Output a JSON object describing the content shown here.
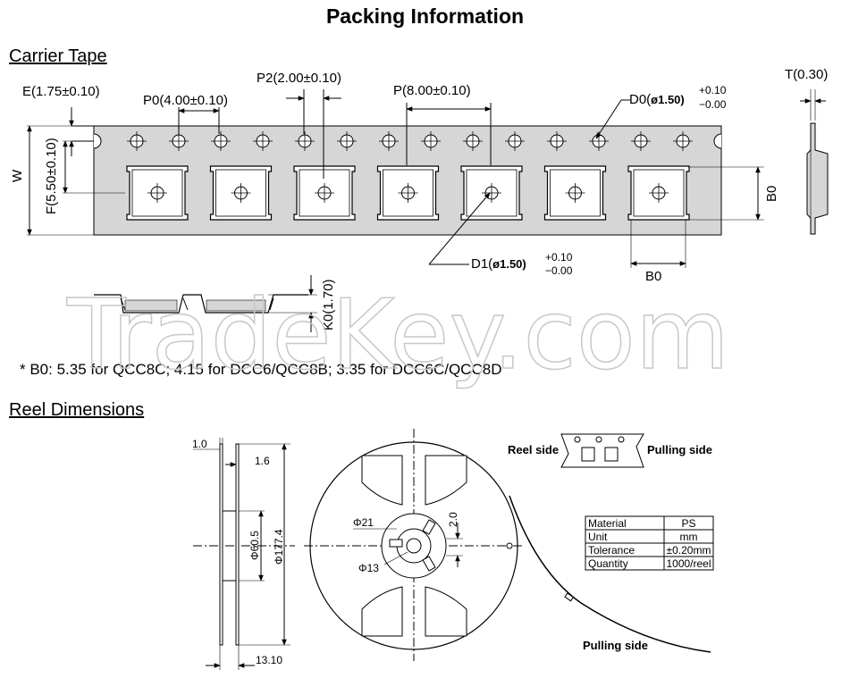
{
  "page_title": "Packing Information",
  "carrier_tape": {
    "heading": "Carrier Tape",
    "labels": {
      "E": "E(1.75±0.10)",
      "P0": "P0(4.00±0.10)",
      "P2": "P2(2.00±0.10)",
      "P": "P(8.00±0.10)",
      "D0": "D0(",
      "D0_bold": "ø1.50)",
      "tol_plus": "+0.10",
      "tol_minus": "−0.00",
      "T": "T(0.30)",
      "W": "W",
      "F": "F(5.50±0.10)",
      "B0": "B0",
      "D1": "D1(",
      "D1_bold": "ø1.50)",
      "K0": "K0(1.70)"
    },
    "note": "* B0: 5.35 for QCC8C; 4.15 for DCC6/QCC8B; 3.35 for DCC6C/QCC8D"
  },
  "watermark": "TradeKey.com",
  "reel": {
    "heading": "Reel Dimensions",
    "dims": {
      "a": "1.0",
      "b": "1.6",
      "c": "Φ60.5",
      "d": "Φ177.4",
      "e": "13.10",
      "f": "Φ21",
      "g": "Φ13",
      "h": "2.0"
    },
    "reel_side": "Reel side",
    "pulling_side": "Pulling side",
    "pulling_side_bottom": "Pulling side",
    "spec_table": [
      [
        "Material",
        "PS"
      ],
      [
        "Unit",
        "mm"
      ],
      [
        "Tolerance",
        "±0.20mm"
      ],
      [
        "Quantity",
        "1000/reel"
      ]
    ]
  }
}
